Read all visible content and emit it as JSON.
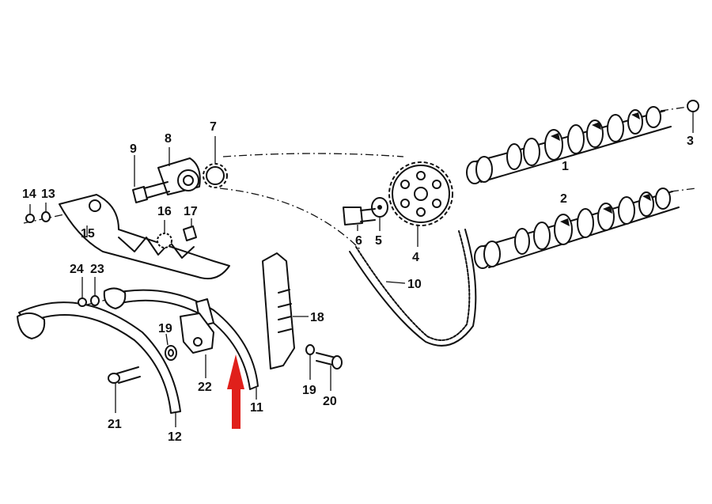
{
  "callouts": [
    {
      "id": "1",
      "text": "1"
    },
    {
      "id": "2",
      "text": "2"
    },
    {
      "id": "3",
      "text": "3"
    },
    {
      "id": "4",
      "text": "4"
    },
    {
      "id": "5",
      "text": "5"
    },
    {
      "id": "6",
      "text": "6"
    },
    {
      "id": "7",
      "text": "7"
    },
    {
      "id": "8",
      "text": "8"
    },
    {
      "id": "9",
      "text": "9"
    },
    {
      "id": "10",
      "text": "10"
    },
    {
      "id": "11",
      "text": "11"
    },
    {
      "id": "12",
      "text": "12"
    },
    {
      "id": "13",
      "text": "13"
    },
    {
      "id": "14",
      "text": "14"
    },
    {
      "id": "15",
      "text": "15"
    },
    {
      "id": "16",
      "text": "16"
    },
    {
      "id": "17",
      "text": "17"
    },
    {
      "id": "18",
      "text": "18"
    },
    {
      "id": "19a",
      "text": "19"
    },
    {
      "id": "19b",
      "text": "19"
    },
    {
      "id": "20",
      "text": "20"
    },
    {
      "id": "21",
      "text": "21"
    },
    {
      "id": "22",
      "text": "22"
    },
    {
      "id": "23",
      "text": "23"
    },
    {
      "id": "24",
      "text": "24"
    }
  ],
  "colors": {
    "line": "#111111",
    "highlight_arrow": "#e0201b",
    "background": "#ffffff"
  },
  "highlight": {
    "target_part": "11",
    "icon": "up-arrow-icon"
  }
}
